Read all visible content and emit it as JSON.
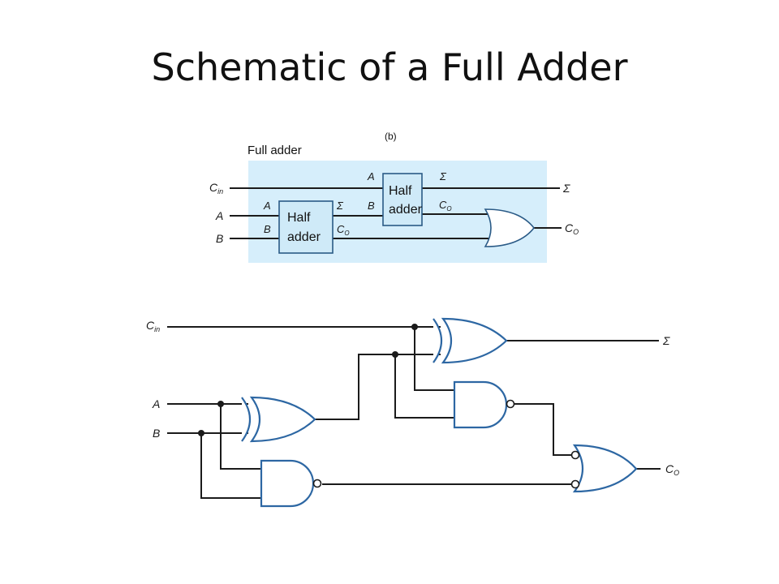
{
  "title": "Schematic of a Full Adder",
  "block_diagram": {
    "caption": "Full adder",
    "clipped_label": "(b)",
    "left_box": {
      "line1": "Half",
      "line2": "adder"
    },
    "right_box": {
      "line1": "Half",
      "line2": "adder"
    },
    "labels": {
      "cin_main": "C",
      "cin_sub": "in",
      "a_in": "A",
      "b_in": "B",
      "a_left_port": "A",
      "b_left_port": "B",
      "sum_left_port": "Σ",
      "co_left_port_main": "C",
      "co_left_port_sub": "O",
      "a_right_port": "A",
      "b_right_port": "B",
      "sum_right_port": "Σ",
      "co_right_port_main": "C",
      "co_right_port_sub": "O",
      "sum_out": "Σ",
      "co_out_main": "C",
      "co_out_sub": "O"
    },
    "colors": {
      "panel": "#d6eefb",
      "box": "#cfeaf8",
      "box_border": "#2a5a86"
    }
  },
  "gate_diagram": {
    "labels": {
      "cin_main": "C",
      "cin_sub": "in",
      "a_in": "A",
      "b_in": "B",
      "sum_out": "Σ",
      "co_out_main": "C",
      "co_out_sub": "O"
    },
    "colors": {
      "gate_outline": "#2d67a3",
      "wire": "#1b1b1b"
    }
  }
}
